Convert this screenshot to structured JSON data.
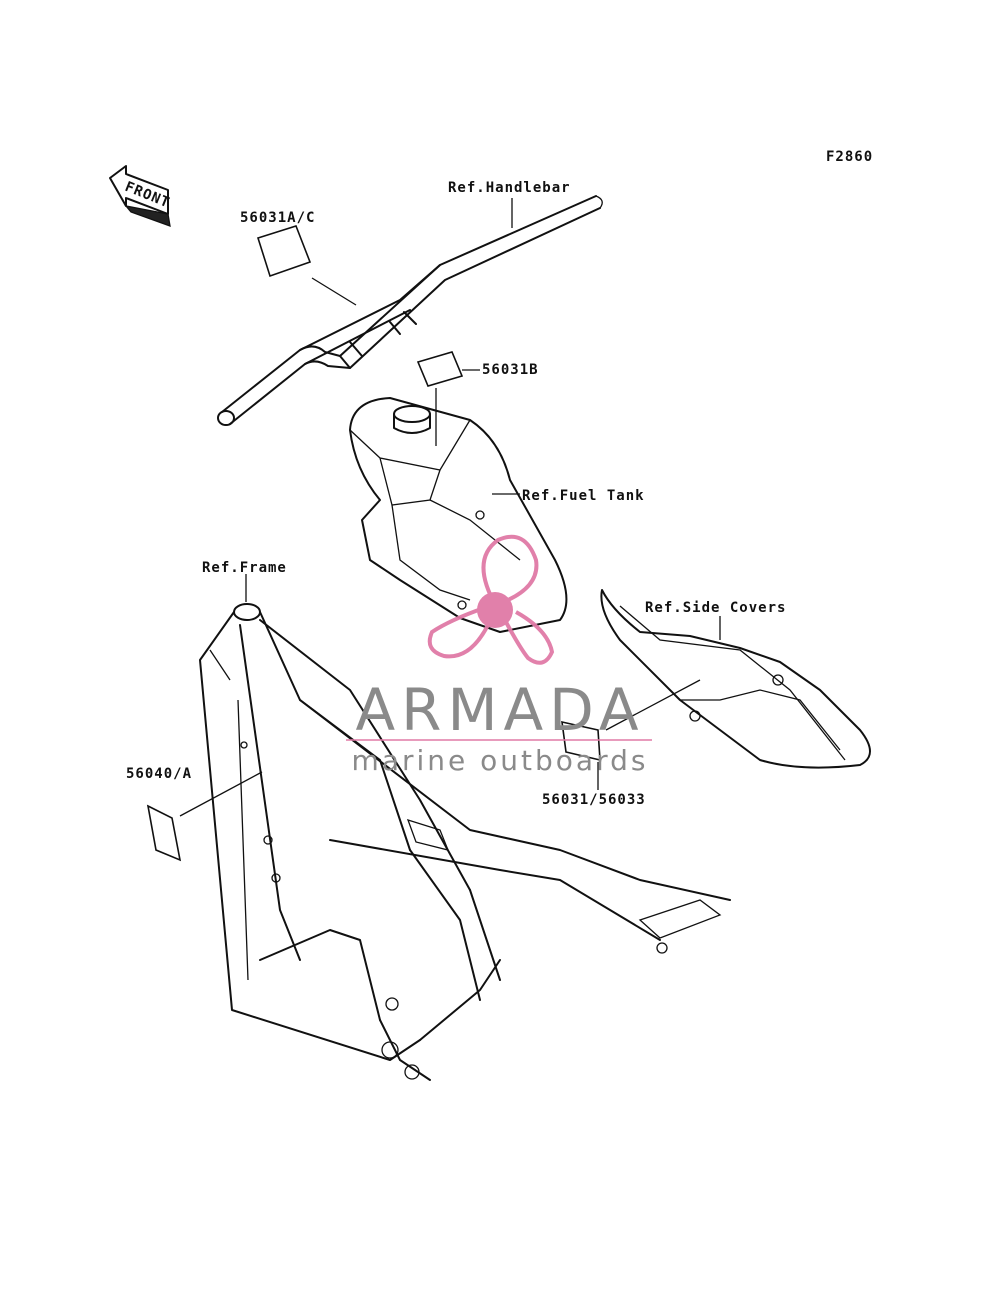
{
  "figure_code": "F2860",
  "front_arrow_text": "FRONT",
  "labels": {
    "handlebar": "Ref.Handlebar",
    "decal_56031ac": "56031A/C",
    "decal_56031b": "56031B",
    "fuel_tank": "Ref.Fuel Tank",
    "frame": "Ref.Frame",
    "side_covers": "Ref.Side Covers",
    "decal_56040a": "56040/A",
    "decal_56031_56033": "56031/56033"
  },
  "watermark": {
    "title": "ARMADA",
    "subtitle": "marine outboards",
    "color_logo": "#e07aa6",
    "color_text": "#8a8a8a"
  }
}
